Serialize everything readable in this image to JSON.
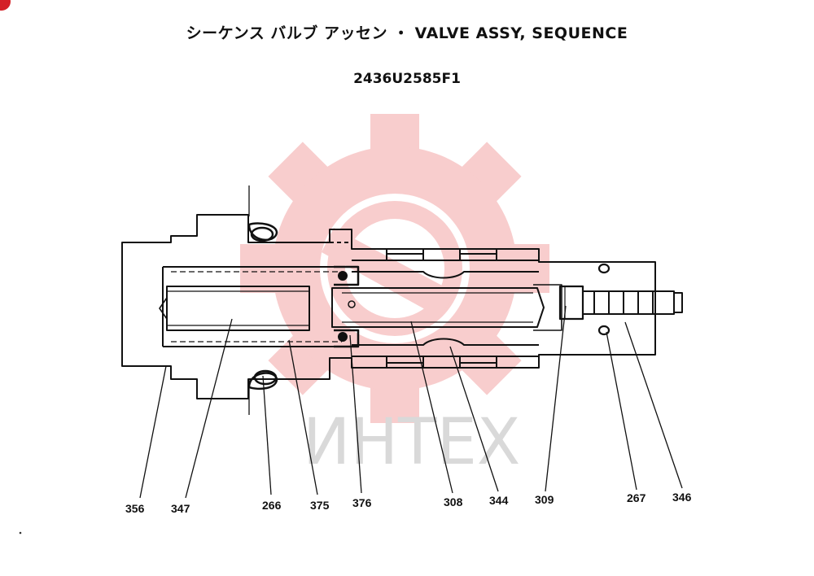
{
  "header": {
    "title": "シーケンス バルブ アッセン ・ VALVE ASSY, SEQUENCE",
    "part_number": "2436U2585F1"
  },
  "watermark": {
    "text": "ИНТЕХ",
    "icon": "gear-logo",
    "color": "#f6bcbc"
  },
  "accent_color": "#d42027",
  "callouts": [
    {
      "id": "356",
      "label": "356"
    },
    {
      "id": "347",
      "label": "347"
    },
    {
      "id": "266",
      "label": "266"
    },
    {
      "id": "375",
      "label": "375"
    },
    {
      "id": "376",
      "label": "376"
    },
    {
      "id": "308",
      "label": "308"
    },
    {
      "id": "344",
      "label": "344"
    },
    {
      "id": "309",
      "label": "309"
    },
    {
      "id": "267",
      "label": "267"
    },
    {
      "id": "346",
      "label": "346"
    }
  ]
}
